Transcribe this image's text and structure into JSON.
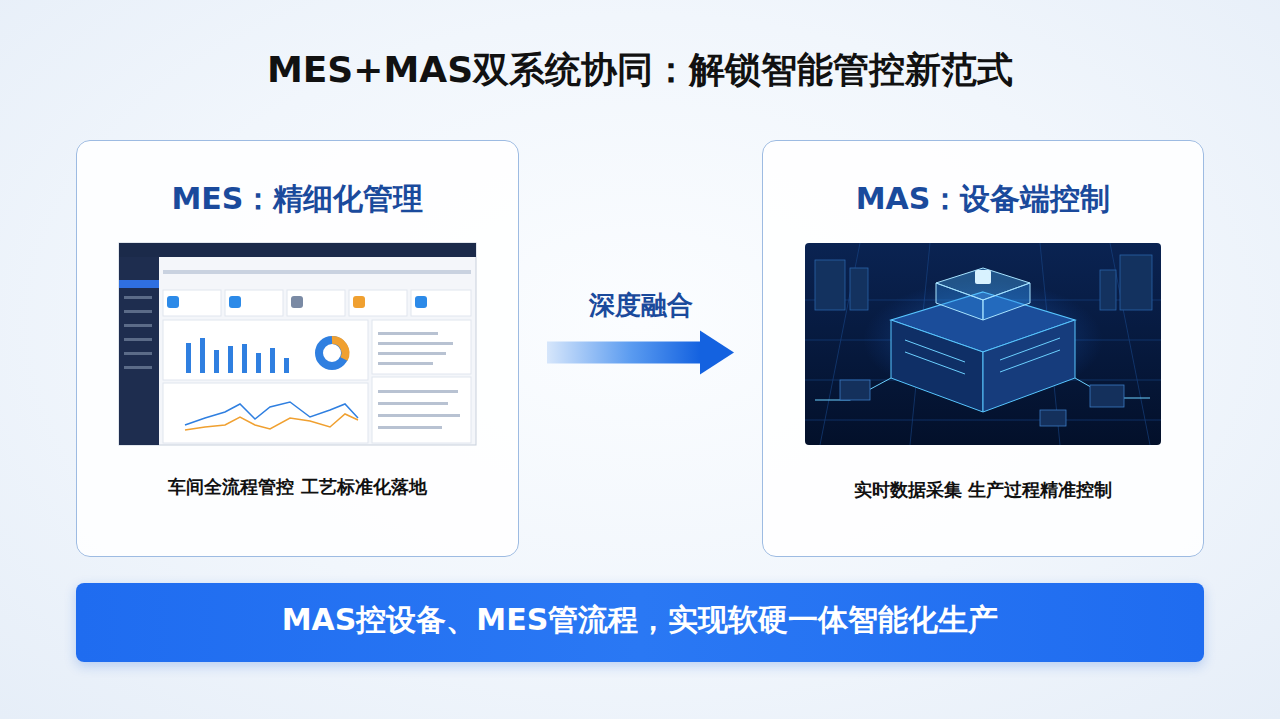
{
  "diagram": {
    "title": "MES+MAS双系统协同：解锁智能管控新范式",
    "nodes": [
      {
        "text": [
          "MES：精细化管理",
          "车间全流程管控 工艺标准化落地"
        ]
      },
      {
        "text": [
          "MAS：设备端控制",
          "实时数据采集 生产过程精准控制"
        ]
      },
      {
        "text": [
          "MAS控设备、MES管流程，实现软硬一体智能化生产"
        ]
      }
    ],
    "edges": [
      {
        "from": 0,
        "to": 1,
        "label": "深度融合",
        "arrow": "to"
      }
    ]
  }
}
